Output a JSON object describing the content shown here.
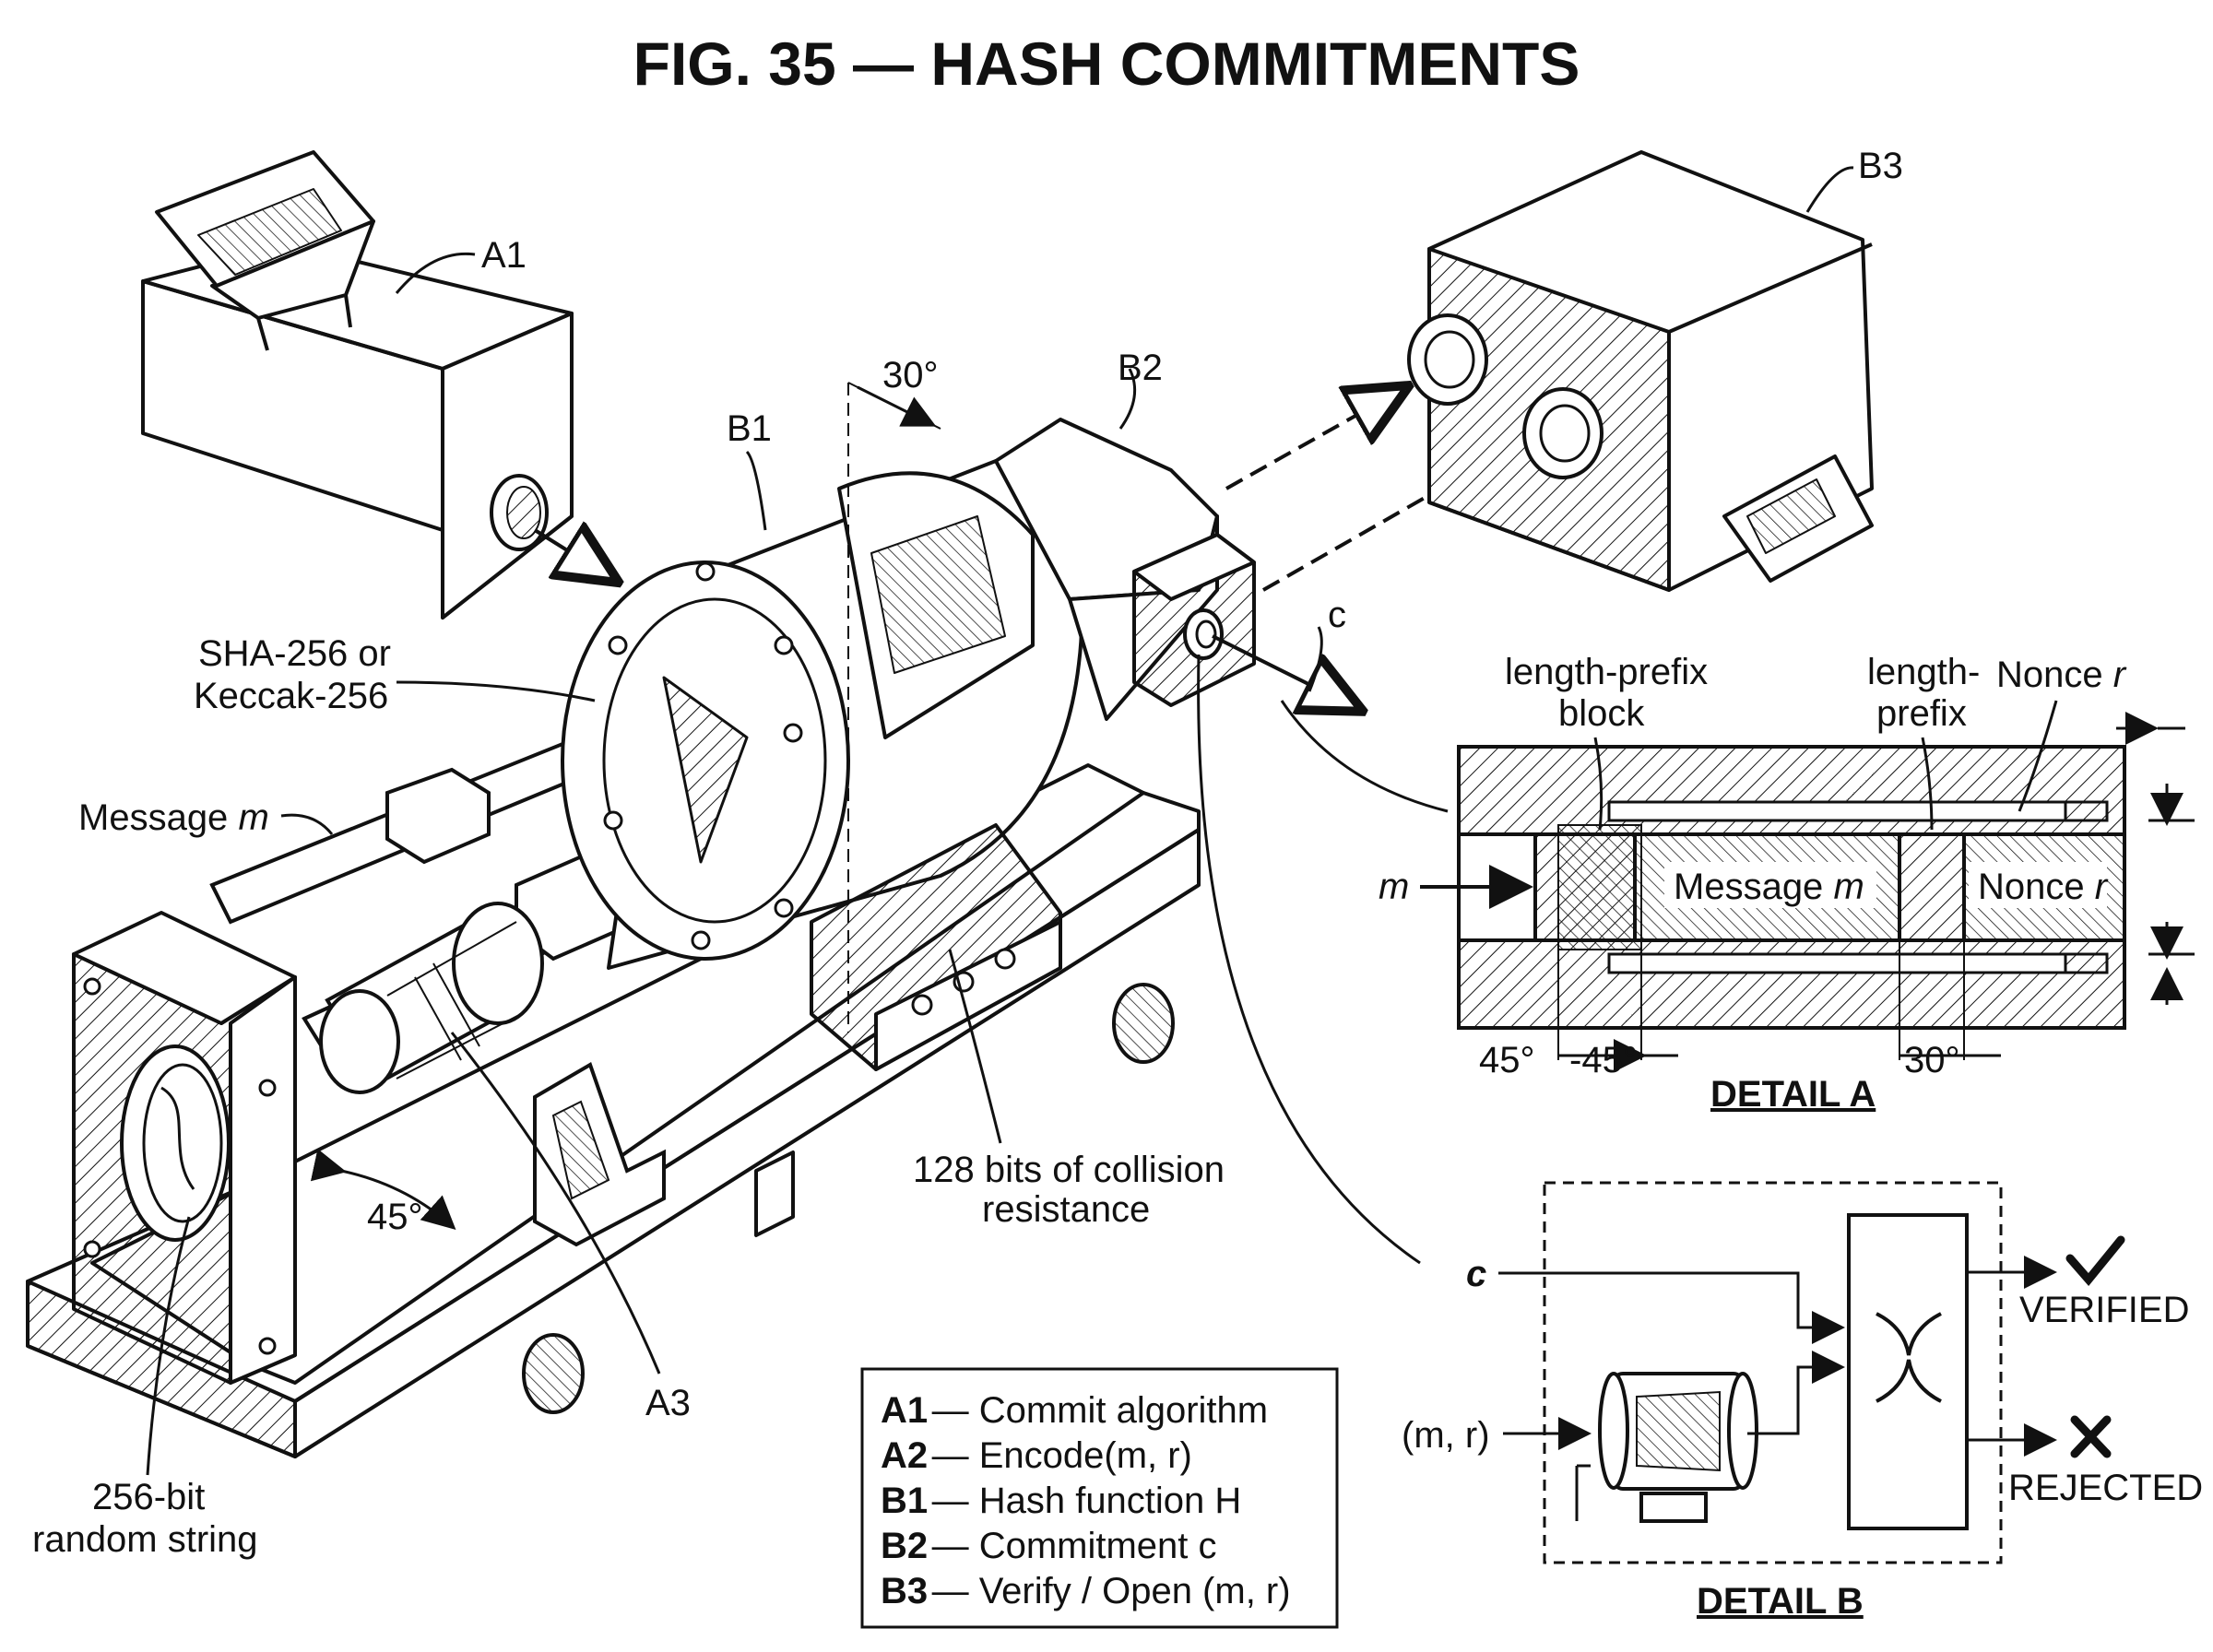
{
  "title": "FIG. 35 — HASH COMMITMENTS",
  "callouts": {
    "a1": "A1",
    "b1": "B1",
    "b2": "B2",
    "b3": "B3",
    "a3": "A3",
    "c_out": "c",
    "angle_30": "30°",
    "angle_45": "45°",
    "sha_line1": "SHA-256 or",
    "sha_line2": "Keccak-256",
    "message_m": "Message",
    "message_m_var": "m",
    "collision_line1": "128 bits of collision",
    "collision_line2": "resistance",
    "random_line1": "256-bit",
    "random_line2": "random string"
  },
  "detail_a": {
    "heading": "DETAIL A",
    "lp_block_line1": "length-prefix",
    "lp_block_line2": "block",
    "lp_line1": "length-",
    "lp_line2": "prefix",
    "nonce_label": "Nonce",
    "nonce_var": "r",
    "m_input": "m",
    "message_cell": "Message",
    "message_cell_var": "m",
    "nonce_cell": "Nonce",
    "nonce_cell_var": "r",
    "dim_45a": "45°",
    "dim_45b": "-45°",
    "dim_30": "30°"
  },
  "detail_b": {
    "heading": "DETAIL B",
    "c_input": "c",
    "mr_input": "(m, r)",
    "verified": "VERIFIED",
    "rejected": "REJECTED",
    "check_icon": "check-icon",
    "cross_icon": "cross-icon"
  },
  "legend": [
    {
      "code": "A1",
      "desc": "— Commit algorithm"
    },
    {
      "code": "A2",
      "desc": "— Encode(m, r)"
    },
    {
      "code": "B1",
      "desc": "— Hash function H"
    },
    {
      "code": "B2",
      "desc": "— Commitment c"
    },
    {
      "code": "B3",
      "desc": "— Verify / Open (m, r)"
    }
  ],
  "colors": {
    "ink": "#111111",
    "paper": "#ffffff"
  }
}
